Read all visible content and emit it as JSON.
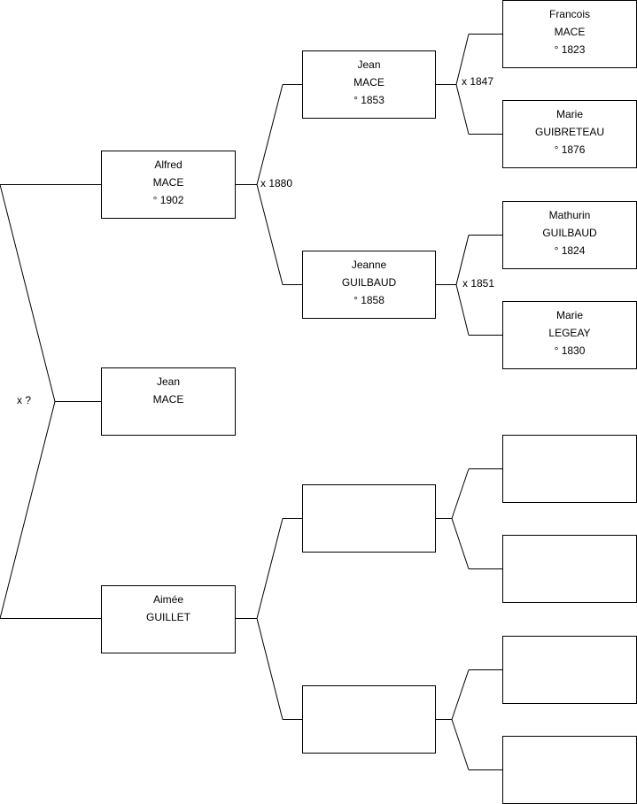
{
  "persons": {
    "root": {
      "given": "Jean",
      "surname": "MACE",
      "birth": ""
    },
    "father": {
      "given": "Alfred",
      "surname": "MACE",
      "birth": "° 1902"
    },
    "mother": {
      "given": "Aimée",
      "surname": "GUILLET",
      "birth": ""
    },
    "father_father": {
      "given": "Jean",
      "surname": "MACE",
      "birth": "° 1853"
    },
    "father_mother": {
      "given": "Jeanne",
      "surname": "GUILBAUD",
      "birth": "° 1858"
    },
    "mother_father": {
      "given": "",
      "surname": "",
      "birth": ""
    },
    "mother_mother": {
      "given": "",
      "surname": "",
      "birth": ""
    },
    "ff_father": {
      "given": "Francois",
      "surname": "MACE",
      "birth": "° 1823"
    },
    "ff_mother": {
      "given": "Marie",
      "surname": "GUIBRETEAU",
      "birth": "° 1876"
    },
    "fm_father": {
      "given": "Mathurin",
      "surname": "GUILBAUD",
      "birth": "° 1824"
    },
    "fm_mother": {
      "given": "Marie",
      "surname": "LEGEAY",
      "birth": "° 1830"
    },
    "mf_father": {
      "given": "",
      "surname": "",
      "birth": ""
    },
    "mf_mother": {
      "given": "",
      "surname": "",
      "birth": ""
    },
    "mm_father": {
      "given": "",
      "surname": "",
      "birth": ""
    },
    "mm_mother": {
      "given": "",
      "surname": "",
      "birth": ""
    }
  },
  "unions": {
    "parents": "x ?",
    "paternal_grandparents": "x 1880",
    "father_father_parents": "x 1847",
    "father_mother_parents": "x 1851"
  },
  "colors": {
    "line": "#000000",
    "box_border": "#000000",
    "background": "#ffffff"
  }
}
